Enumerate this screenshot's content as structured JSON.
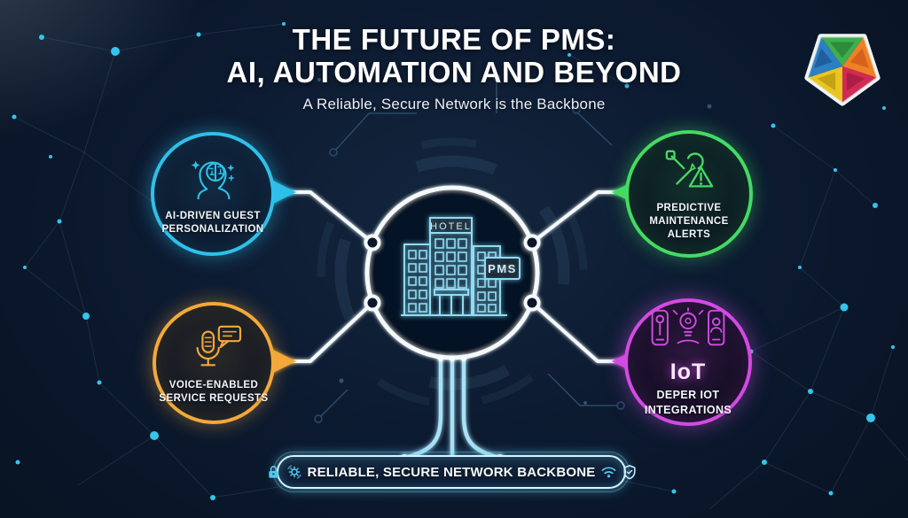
{
  "header": {
    "title_line1": "THE FUTURE OF PMS:",
    "title_line2": "AI, AUTOMATION AND BEYOND",
    "subtitle": "A Reliable, Secure Network is the Backbone"
  },
  "center": {
    "hotel_sign": "HOTEL",
    "pms_sign": "PMS"
  },
  "nodes": [
    {
      "id": "ai-guest-personalization",
      "icon": "ai-brain-head-icon",
      "lines": [
        "AI-DRIVEN GUEST",
        "PERSONALIZATION"
      ],
      "color": "#2fc0ea"
    },
    {
      "id": "predictive-maintenance-alerts",
      "icon": "wrench-warning-icon",
      "lines": [
        "PREDICTIVE",
        "MAINTENANCE",
        "ALERTS"
      ],
      "color": "#45da63"
    },
    {
      "id": "voice-enabled-service-requests",
      "icon": "microphone-chat-icon",
      "lines": [
        "VOICE-ENABLED",
        "SERVICE REQUESTS"
      ],
      "color": "#f3a93a"
    },
    {
      "id": "deeper-iot-integrations",
      "icon": "iot-devices-icon",
      "heading": "IoT",
      "lines": [
        "DEPER IOT",
        "INTEGRATIONS"
      ],
      "color": "#d24be2"
    }
  ],
  "backbone": {
    "label": "RELIABLE, SECURE NETWORK BACKBONE",
    "icons_left": [
      "lock-icon",
      "gear-icon"
    ],
    "icons_right": [
      "wifi-icon",
      "shield-icon"
    ]
  },
  "colors": {
    "background": "#0a1626",
    "accent_cyan": "#2fc0ea",
    "accent_green": "#45da63",
    "accent_orange": "#f3a93a",
    "accent_magenta": "#d24be2",
    "neon_cyan": "#a9e2f6",
    "line_white": "#f4f9fc"
  }
}
